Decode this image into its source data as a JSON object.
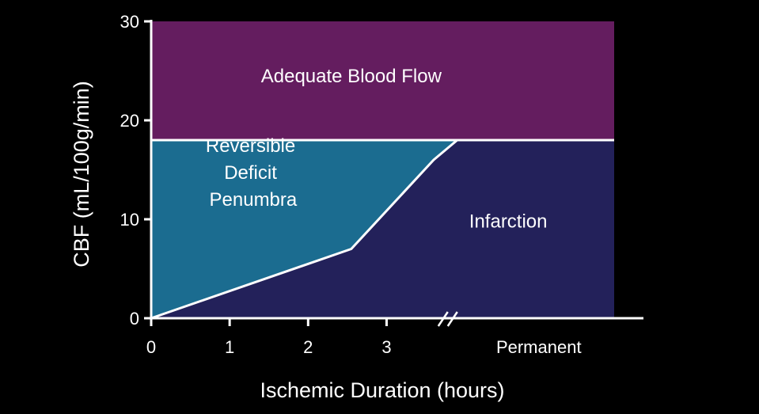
{
  "chart_data": {
    "type": "area",
    "title": "",
    "xlabel": "Ischemic Duration (hours)",
    "ylabel": "CBF (mL/100g/min)",
    "xlim": [
      0,
      5.9
    ],
    "ylim": [
      0,
      30
    ],
    "x_ticks": [
      {
        "value": 0,
        "label": "0"
      },
      {
        "value": 1,
        "label": "1"
      },
      {
        "value": 2,
        "label": "2"
      },
      {
        "value": 3,
        "label": "3"
      }
    ],
    "x_category_label": {
      "value": 5,
      "label": "Permanent"
    },
    "x_axis_break_at": 3.8,
    "y_ticks": [
      0,
      10,
      20,
      30
    ],
    "threshold": {
      "y": 18
    },
    "boundary_curve": {
      "x": [
        0,
        2.55,
        3.6,
        3.9,
        5.9
      ],
      "y": [
        0,
        7,
        16,
        18,
        18
      ]
    },
    "regions": [
      {
        "name": "Adequate Blood Flow",
        "color": "#641d5f",
        "label_x": 2.55,
        "label_y": 24.5
      },
      {
        "name": "Reversible Deficit Penumbra",
        "lines": [
          "Reversible",
          "Deficit",
          "Penumbra"
        ],
        "color": "#1b6c90",
        "label_x": 1.3,
        "label_y": 12
      },
      {
        "name": "Infarction",
        "color": "#23215a",
        "label_x": 4.55,
        "label_y": 9.8
      }
    ],
    "grid": false,
    "legend": "none"
  }
}
